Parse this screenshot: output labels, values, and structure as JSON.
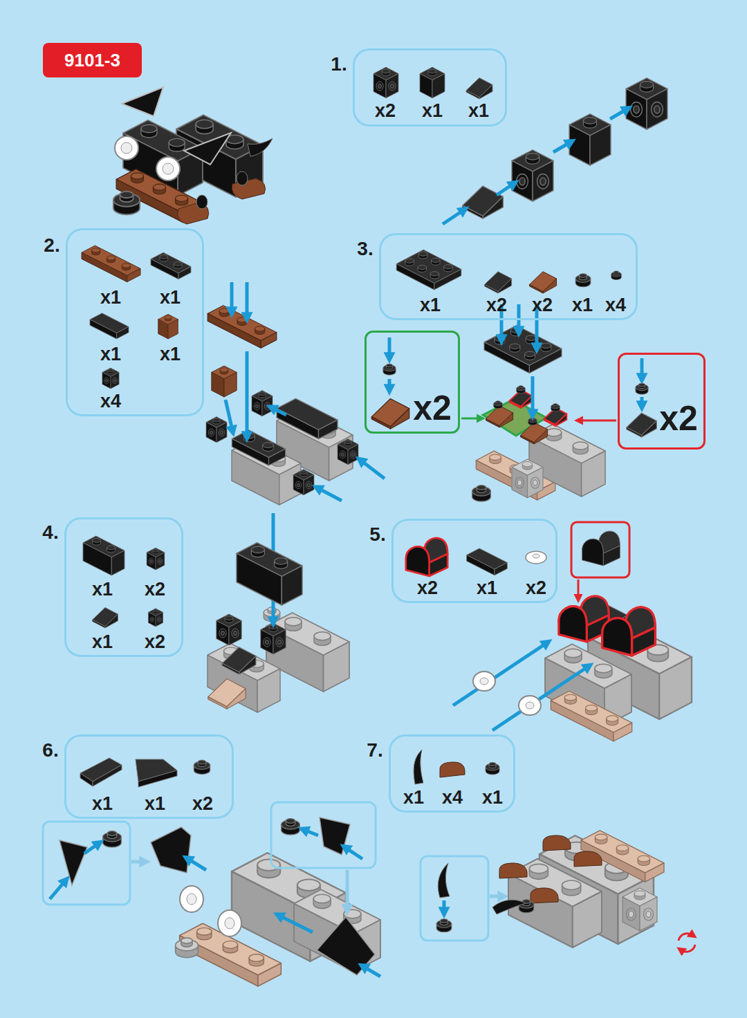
{
  "diagram": {
    "title": "9101-3",
    "nodes": [
      {
        "text": [
          "1.",
          "x2",
          "x1",
          "x1"
        ]
      },
      {
        "text": [
          "2.",
          "x1",
          "x1",
          "x1",
          "x1",
          "x4"
        ]
      },
      {
        "text": [
          "3.",
          "x1",
          "x2",
          "x2",
          "x1",
          "x4"
        ]
      },
      {
        "text": [
          "x2"
        ]
      },
      {
        "text": [
          "x2"
        ]
      },
      {
        "text": [
          "4.",
          "x1",
          "x2",
          "x1",
          "x2"
        ]
      },
      {
        "text": [
          "5.",
          "x2",
          "x1",
          "x2"
        ]
      },
      {
        "text": [
          "6.",
          "x1",
          "x1",
          "x2"
        ]
      },
      {
        "text": [
          "7.",
          "x1",
          "x4",
          "x1"
        ]
      }
    ]
  }
}
